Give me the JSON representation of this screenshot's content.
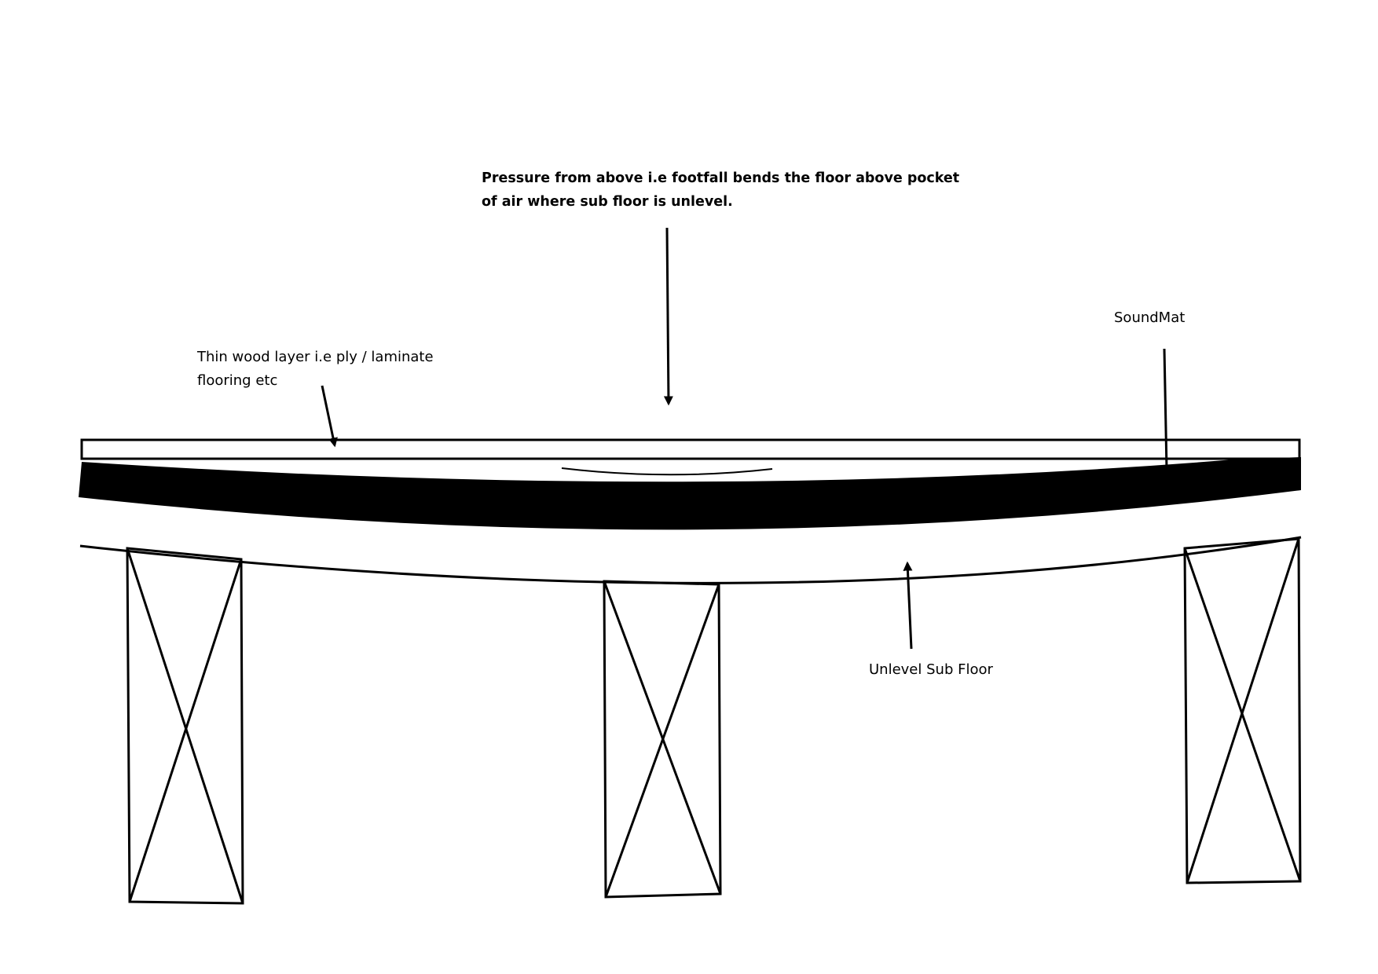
{
  "diagram": {
    "labels": {
      "pressure_line1": "Pressure from above i.e footfall bends the floor above pocket",
      "pressure_line2": "of air where sub floor is unlevel.",
      "thin_wood_line1": "Thin wood layer i.e ply / laminate",
      "thin_wood_line2": "flooring etc",
      "soundmat": "SoundMat",
      "subfloor": "Unlevel Sub Floor"
    },
    "colors": {
      "ink": "#000000",
      "background": "#ffffff"
    }
  }
}
